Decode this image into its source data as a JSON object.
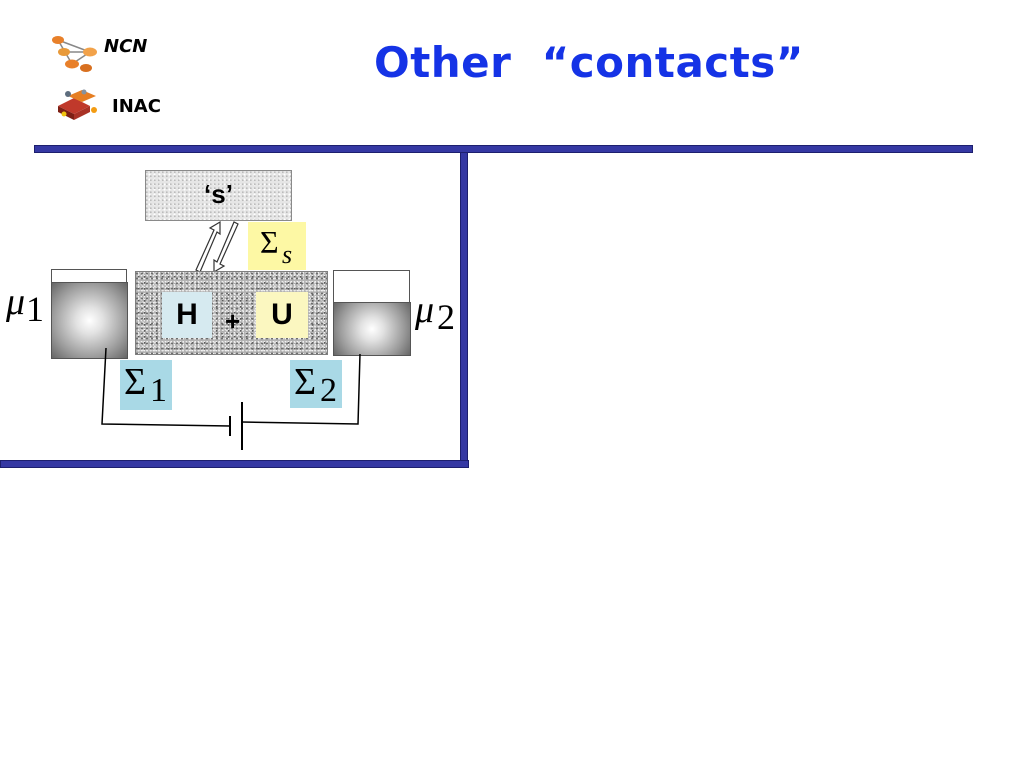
{
  "header": {
    "logo_top_label": "NCN",
    "logo_bottom_label": "INAC",
    "title": "Other  “contacts”"
  },
  "diagram": {
    "reservoir_label": "‘s’",
    "sigma_s": {
      "symbol": "Σ",
      "subscript": "s"
    },
    "channel": {
      "h_label": "H",
      "plus_label": "+",
      "u_label": "U"
    },
    "mu_left": {
      "symbol": "μ",
      "subscript": "1"
    },
    "mu_right": {
      "symbol": "μ",
      "subscript": "2"
    },
    "sigma_1": {
      "symbol": "Σ",
      "subscript": "1"
    },
    "sigma_2": {
      "symbol": "Σ",
      "subscript": "2"
    }
  },
  "colors": {
    "title_blue": "#1533e6",
    "rule_navy": "#3538a3",
    "sigma_lead_bg": "#a9d9e6",
    "sigma_s_bg": "#fdf8a4",
    "h_bg": "#d6eaf0",
    "u_bg": "#fbf7c0"
  },
  "icons": [
    "molecule-network-icon",
    "crystal-lattice-icon"
  ]
}
